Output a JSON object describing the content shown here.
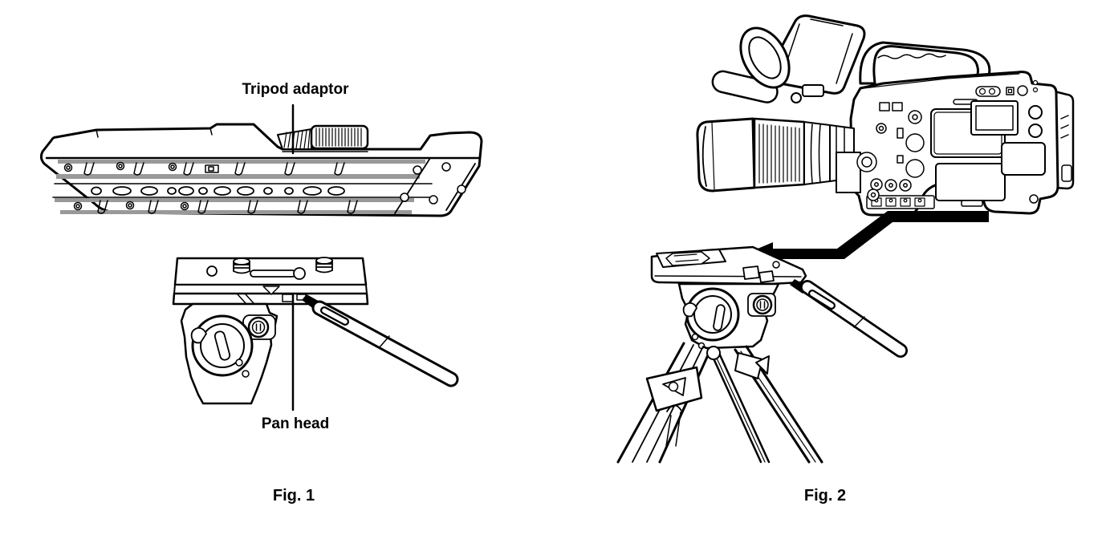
{
  "page": {
    "background": "#ffffff",
    "line_color": "#000000",
    "shade_color": "#999999"
  },
  "figure1": {
    "caption": "Fig. 1",
    "labels": {
      "tripod_adaptor": "Tripod adaptor",
      "pan_head": "Pan head"
    }
  },
  "figure2": {
    "caption": "Fig. 2"
  }
}
